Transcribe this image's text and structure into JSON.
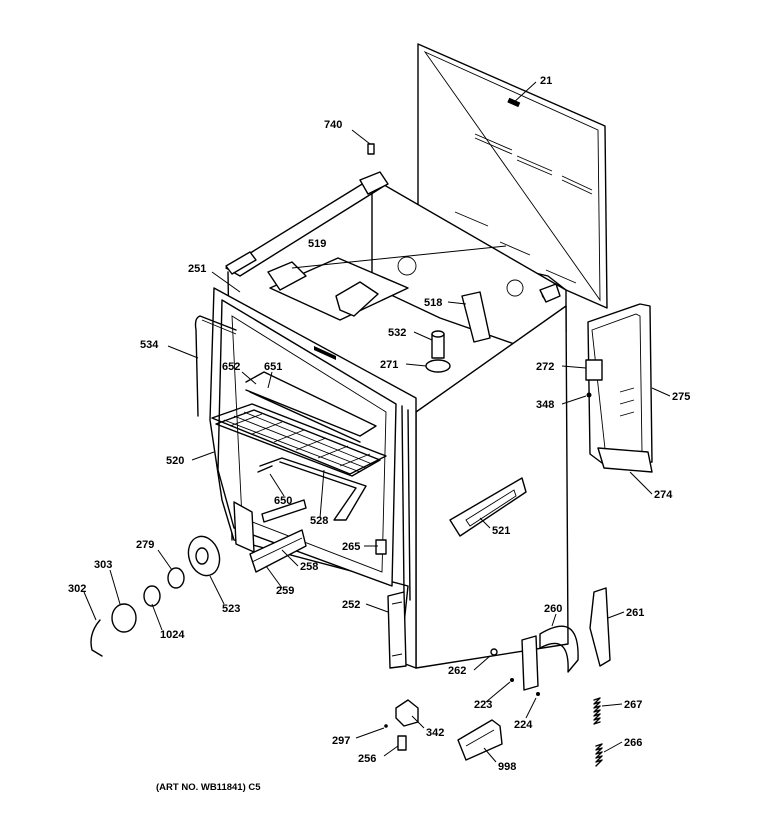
{
  "labels": {
    "p21": "21",
    "p740": "740",
    "p519": "519",
    "p251": "251",
    "p518": "518",
    "p532": "532",
    "p271": "271",
    "p534": "534",
    "p652": "652",
    "p651": "651",
    "p272": "272",
    "p348": "348",
    "p275": "275",
    "p520": "520",
    "p274": "274",
    "p650": "650",
    "p528": "528",
    "p521": "521",
    "p265": "265",
    "p279": "279",
    "p303": "303",
    "p523": "523",
    "p258": "258",
    "p302": "302",
    "p259": "259",
    "p1024": "1024",
    "p252": "252",
    "p260": "260",
    "p261": "261",
    "p262": "262",
    "p223": "223",
    "p224": "224",
    "p267": "267",
    "p297": "297",
    "p342": "342",
    "p256": "256",
    "p998": "998",
    "p266": "266"
  },
  "caption": "(ART NO. WB11841) C5"
}
